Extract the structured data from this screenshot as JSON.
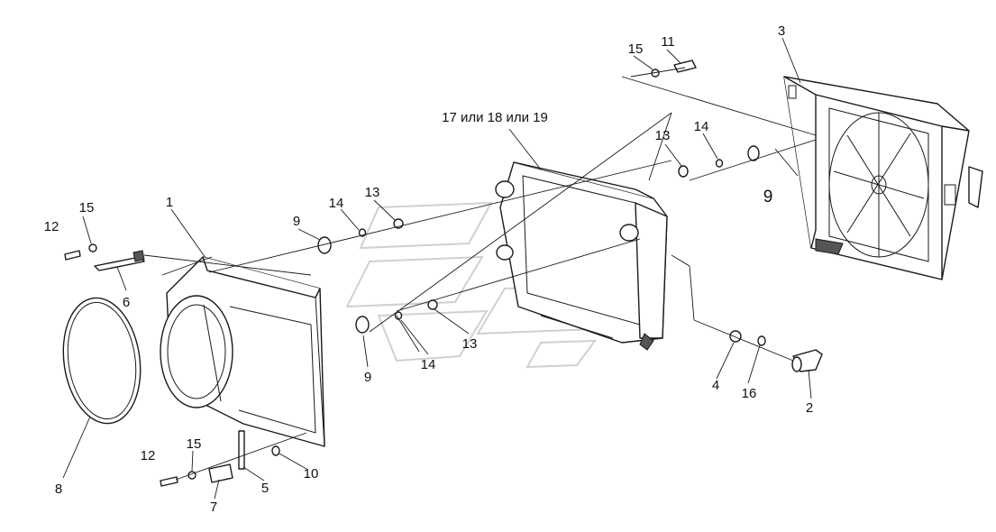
{
  "callouts": {
    "c1": "1",
    "c2": "2",
    "c3": "3",
    "c4": "4",
    "c5": "5",
    "c6": "6",
    "c7": "7",
    "c8": "8",
    "c9a": "9",
    "c9b": "9",
    "c9c": "9",
    "c10": "10",
    "c11": "11",
    "c12a": "12",
    "c12b": "12",
    "c13a": "13",
    "c13b": "13",
    "c13c": "13",
    "c14a": "14",
    "c14b": "14",
    "c14c": "14",
    "c15a": "15",
    "c15b": "15",
    "c15c": "15",
    "c16": "16",
    "c17": "17 или 18 или 19"
  },
  "colors": {
    "line": "#1a1a1a",
    "watermark": "#d0d0d0",
    "background": "#ffffff"
  }
}
